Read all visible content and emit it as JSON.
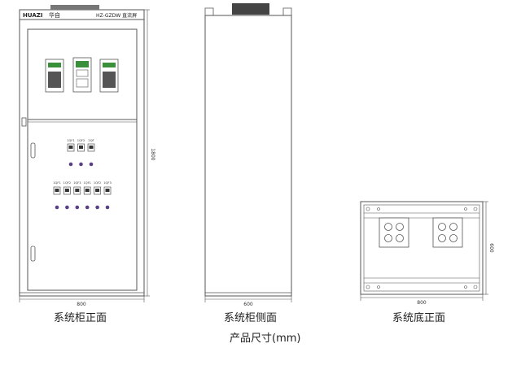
{
  "front": {
    "brand": "HUAZI",
    "brand_cn": "华自",
    "model": "HZ-GZDW 直流屏",
    "width_label": "800",
    "height_label": "1800",
    "caption": "系统柜正面",
    "mid_switch_labels": [
      "1QF1",
      "1QF2",
      "2QF"
    ],
    "bottom_switch_labels": [
      "1QF1",
      "1QF2",
      "1QF3",
      "1QF1",
      "1QF2",
      "1QF3"
    ]
  },
  "side": {
    "width_label": "600",
    "caption": "系统柜侧面"
  },
  "bottom": {
    "width_label": "800",
    "depth_label": "600",
    "caption": "系统底正面"
  },
  "footer": {
    "title": "产品尺寸(mm)"
  },
  "colors": {
    "line": "#555555",
    "accent": "#5a3e86",
    "module_green": "#3a8f3a"
  }
}
